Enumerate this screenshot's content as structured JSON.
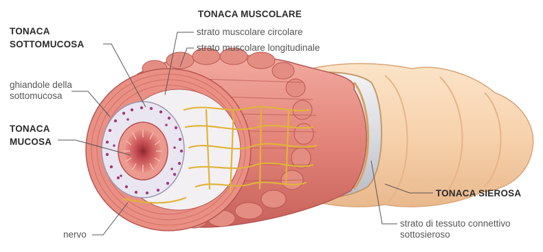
{
  "labels": {
    "tonaca_muscolare": "TONACA MUSCOLARE",
    "strato_circolare": "strato muscolare circolare",
    "strato_longitudinale": "strato muscolare longitudinale",
    "tonaca_sottomucosa_1": "TONACA",
    "tonaca_sottomucosa_2": "SOTTOMUCOSA",
    "ghiandole_1": "ghiandole della",
    "ghiandole_2": "sottomucosa",
    "tonaca_mucosa_1": "TONACA",
    "tonaca_mucosa_2": "MUCOSA",
    "nervo": "nervo",
    "tonaca_sierosa": "TONACA SIEROSA",
    "connettivo_1": "strato di tessuto connettivo",
    "connettivo_2": "sottosieroso"
  },
  "colors": {
    "muscle": "#d9776e",
    "muscle_light": "#f0a79c",
    "serosa": "#f6d5b3",
    "nerve": "#e0b33a",
    "lumen": "#c9535a",
    "submucosa": "#e6e3ef",
    "gland": "#a23a7a",
    "leader": "#555555"
  }
}
